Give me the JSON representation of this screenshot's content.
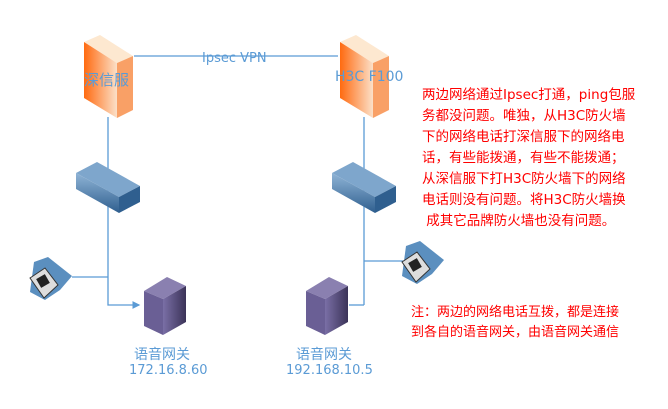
{
  "vpn_label": "Ipsec VPN",
  "left_site": {
    "firewall": "深信服",
    "gateway_label": "语音网关",
    "gateway_ip": "172.16.8.60"
  },
  "right_site": {
    "firewall": "H3C F100",
    "gateway_label": "语音网关",
    "gateway_ip": "192.168.10.5"
  },
  "description": [
    "两边网络通过Ipsec打通，ping包服",
    "务都没问题。唯独，从H3C防火墙",
    "下的网络电话打深信服下的网络电",
    "话，有些能拨通，有些不能拨通；",
    "从深信服下打H3C防火墙下的网络",
    "电话则没有问题。将H3C防火墙换",
    " 成其它品牌防火墙也没有问题。"
  ],
  "note": [
    "注：两边的网络电话互拨，都是连接",
    "到各自的语音网关，由语音网关通信"
  ],
  "colors": {
    "line": "#5b9bd5",
    "annotation": "#ff0000",
    "firewall": "#f47a2a",
    "switch": "#4a7fb0",
    "server": "#4a4266"
  }
}
